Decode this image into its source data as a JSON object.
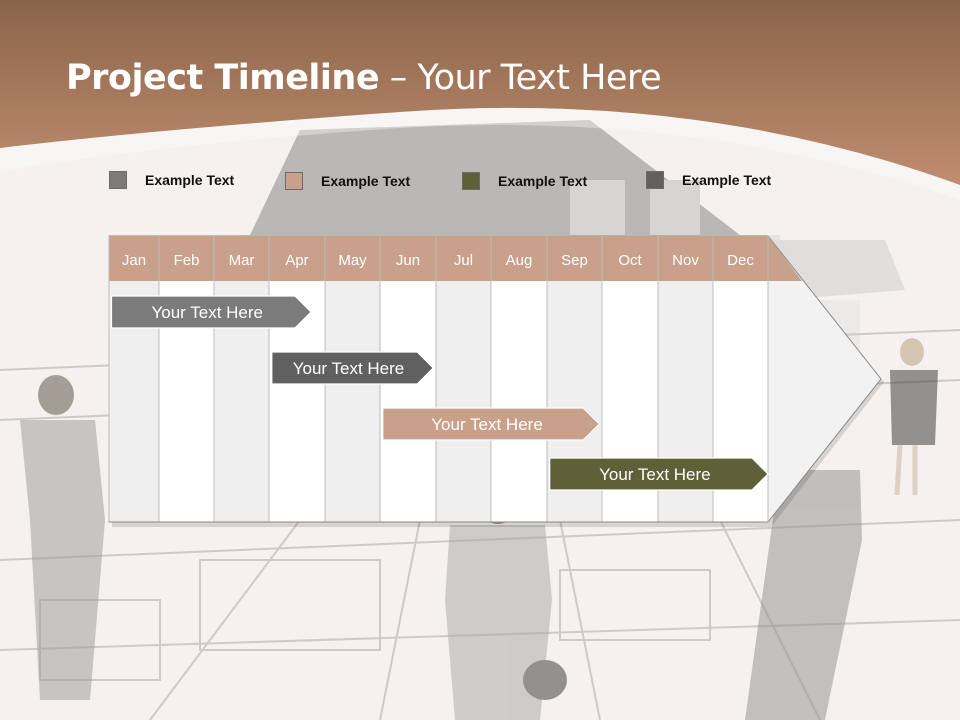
{
  "slide": {
    "title_bold": "Project Timeline",
    "title_rest": " – Your Text Here"
  },
  "colors": {
    "header_band": "#a8765a",
    "month_header": "#c9a08a",
    "gray": "#7b7b7b",
    "tan": "#c9a08a",
    "olive": "#5e6137",
    "dark_gray": "#606060"
  },
  "legend": [
    {
      "label": "Example Text",
      "color": "#7b7b7b"
    },
    {
      "label": "Example Text",
      "color": "#c9a08a"
    },
    {
      "label": "Example Text",
      "color": "#5e6137"
    },
    {
      "label": "Example Text",
      "color": "#606060"
    }
  ],
  "chart_data": {
    "type": "gantt",
    "categories": [
      "Jan",
      "Feb",
      "Mar",
      "Apr",
      "May",
      "Jun",
      "Jul",
      "Aug",
      "Sep",
      "Oct",
      "Nov",
      "Dec"
    ],
    "tasks": [
      {
        "label": "Your  Text Here",
        "start": 0.05,
        "end": 3.75,
        "color": "#7b7b7b"
      },
      {
        "label": "Your  Text Here",
        "start": 3.05,
        "end": 5.95,
        "color": "#606060"
      },
      {
        "label": "Your  Text Here",
        "start": 5.05,
        "end": 8.95,
        "color": "#c9a08a"
      },
      {
        "label": "Your  Text Here",
        "start": 8.05,
        "end": 12.0,
        "color": "#5e6137"
      }
    ]
  }
}
